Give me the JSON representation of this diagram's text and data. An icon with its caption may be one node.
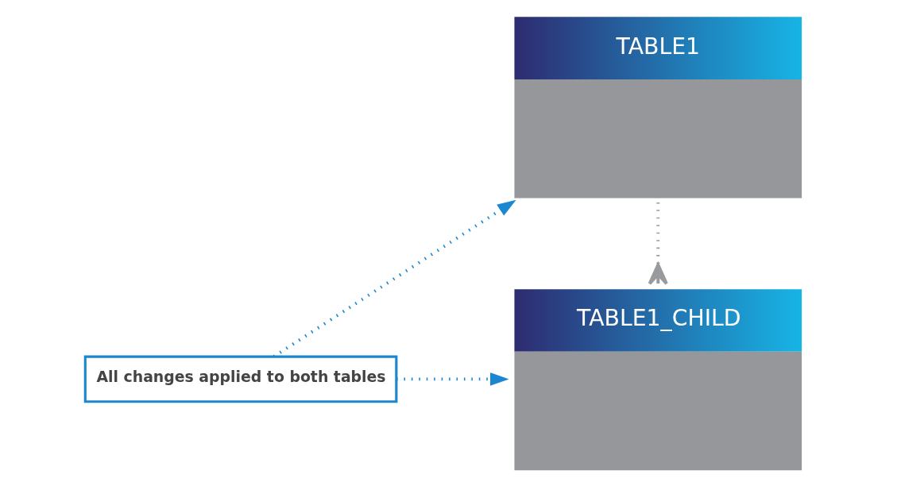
{
  "diagram": {
    "nodes": [
      {
        "text": [
          "TABLE1"
        ]
      },
      {
        "text": [
          "TABLE1_CHILD"
        ]
      },
      {
        "text": [
          "All changes applied to both tables"
        ]
      }
    ],
    "edges": [
      {
        "from": 0,
        "to": 1,
        "arrow": "other",
        "style": "dashed",
        "color": "#999a9e"
      },
      {
        "from": 2,
        "to": 0,
        "arrow": "to",
        "style": "dashed"
      },
      {
        "from": 2,
        "to": 1,
        "arrow": "to",
        "style": "dashed"
      }
    ]
  }
}
